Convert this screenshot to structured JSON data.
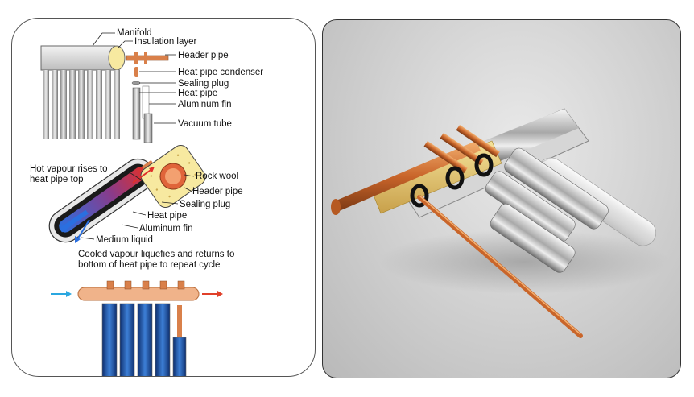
{
  "labels": {
    "manifold": "Manifold",
    "insulation_layer": "Insulation layer",
    "header_pipe_top": "Header pipe",
    "heat_pipe_condenser": "Heat pipe condenser",
    "sealing_plug_top": "Sealing plug",
    "heat_pipe_top": "Heat pipe",
    "aluminum_fin_top": "Aluminum fin",
    "vacuum_tube": "Vacuum tube",
    "hot_vapour_line1": "Hot vapour rises to",
    "hot_vapour_line2": "heat pipe top",
    "rock_wool": "Rock wool",
    "header_pipe_mid": "Header pipe",
    "sealing_plug_mid": "Sealing plug",
    "heat_pipe_mid": "Heat pipe",
    "aluminum_fin_mid": "Aluminum fin",
    "medium_liquid": "Medium liquid",
    "cooled_line1": "Cooled vapour liquefies and returns to",
    "cooled_line2": "bottom of heat pipe to repeat cycle"
  },
  "colors": {
    "copper": "#d9804a",
    "insulation": "#f7e9a0",
    "tube_blue": "#1d4fa3",
    "flow_in": "#2aa7e0",
    "flow_out": "#e0402a"
  }
}
